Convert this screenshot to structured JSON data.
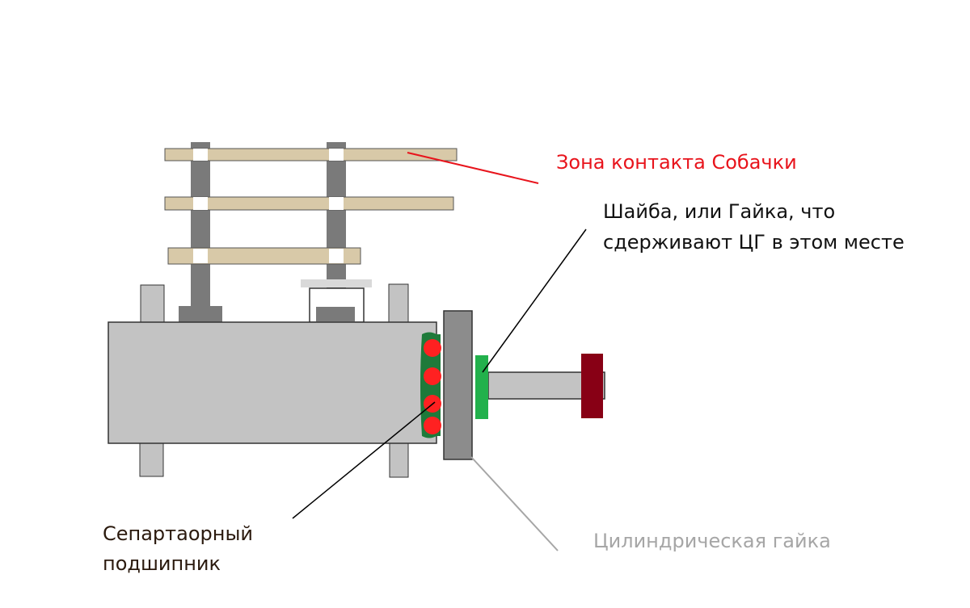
{
  "labels": {
    "contact_zone": "Зона контакта Собачки",
    "washer_line1": "Шайба, или Гайка, что",
    "washer_line2": "сдерживают ЦГ в этом месте",
    "bearing_line1": "Сепартаорный",
    "bearing_line2": "подшипник",
    "cylindrical_nut": "Цилиндрическая гайка"
  },
  "colors": {
    "contact_zone": "#e8141c",
    "washer_label": "#111111",
    "bearing_label": "#2b1a0e",
    "cylindrical_nut_label": "#a6a6a6",
    "body": "#c3c3c3",
    "rod": "#7a7a7a",
    "plate": "#d8c9a8",
    "bearing_cage": "#1e7a3a",
    "balls": "#ff2121",
    "washer": "#22b14c",
    "end_nut": "#880015"
  }
}
